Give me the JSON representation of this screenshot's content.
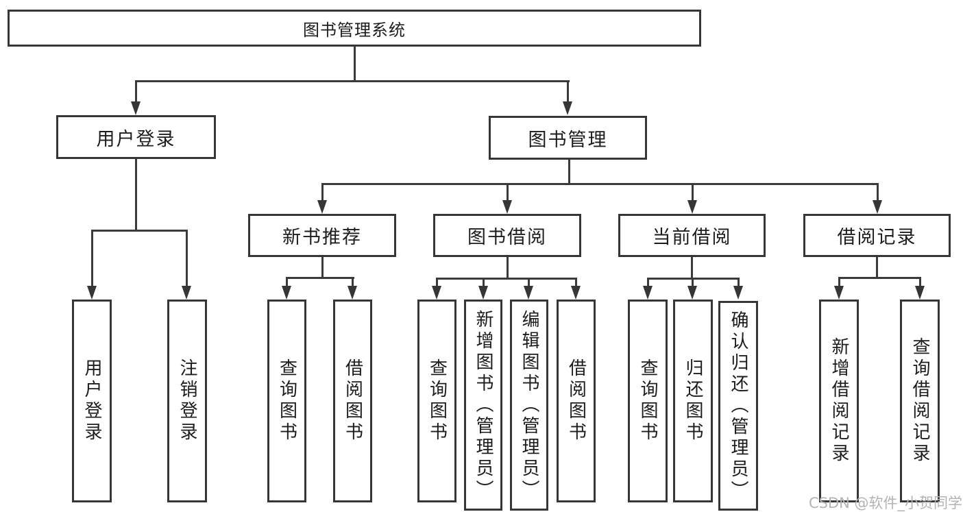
{
  "colors": {
    "background": "#ffffff",
    "line": "#3a3a3a",
    "box_border": "#363636",
    "text": "#1c1c1c",
    "watermark": "#b3b3b3"
  },
  "tree": {
    "root": {
      "label": "图书管理系统",
      "children": [
        {
          "label": "用户登录",
          "children": [
            {
              "label": "用户登录"
            },
            {
              "label": "注销登录"
            }
          ]
        },
        {
          "label": "图书管理",
          "children": [
            {
              "label": "新书推荐",
              "children": [
                {
                  "label": "查询图书"
                },
                {
                  "label": "借阅图书"
                }
              ]
            },
            {
              "label": "图书借阅",
              "children": [
                {
                  "label": "查询图书"
                },
                {
                  "label": "新增图书（管理员）"
                },
                {
                  "label": "编辑图书（管理员）"
                },
                {
                  "label": "借阅图书"
                }
              ]
            },
            {
              "label": "当前借阅",
              "children": [
                {
                  "label": "查询图书"
                },
                {
                  "label": "归还图书"
                },
                {
                  "label": "确认归还（管理员）"
                }
              ]
            },
            {
              "label": "借阅记录",
              "children": [
                {
                  "label": "新增借阅记录"
                },
                {
                  "label": "查询借阅记录"
                }
              ]
            }
          ]
        }
      ]
    }
  },
  "watermark": {
    "text": "CSDN @软件_小贺同学"
  }
}
